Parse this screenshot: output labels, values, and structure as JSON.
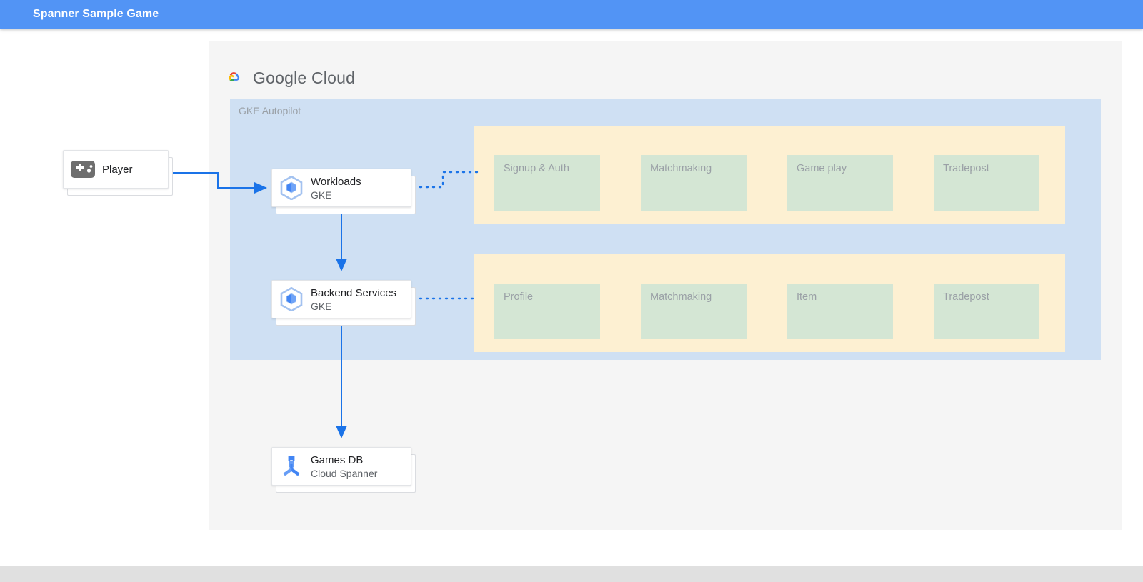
{
  "window": {
    "title": "Spanner Sample Game",
    "titlebar_color": "#5294f5"
  },
  "diagram": {
    "provider_logo": {
      "icon": "google-cloud-logo-icon",
      "text_primary": "Google",
      "text_secondary": "Cloud"
    },
    "region": {
      "label": "GKE Autopilot",
      "color": "#cfe0f3"
    },
    "colors": {
      "panel_bg": "#f5f5f5",
      "region_bg": "#cfe0f3",
      "group_bg": "#fdf0d2",
      "service_bg": "#d4e6d4",
      "connector": "#1a73e8",
      "footer": "#e0e0e0"
    },
    "nodes": [
      {
        "id": "player",
        "icon": "gamepad-icon",
        "title": "Player",
        "subtitle": ""
      },
      {
        "id": "workloads",
        "icon": "gke-icon",
        "title": "Workloads",
        "subtitle": "GKE"
      },
      {
        "id": "backend",
        "icon": "gke-icon",
        "title": "Backend Services",
        "subtitle": "GKE"
      },
      {
        "id": "gamesdb",
        "icon": "cloud-spanner-icon",
        "title": "Games DB",
        "subtitle": "Cloud Spanner"
      }
    ],
    "service_groups": [
      {
        "id": "frontend-services",
        "services": [
          {
            "label": "Signup & Auth"
          },
          {
            "label": "Matchmaking"
          },
          {
            "label": "Game play"
          },
          {
            "label": "Tradepost"
          }
        ]
      },
      {
        "id": "backend-services",
        "services": [
          {
            "label": "Profile"
          },
          {
            "label": "Matchmaking"
          },
          {
            "label": "Item"
          },
          {
            "label": "Tradepost"
          }
        ]
      }
    ]
  }
}
